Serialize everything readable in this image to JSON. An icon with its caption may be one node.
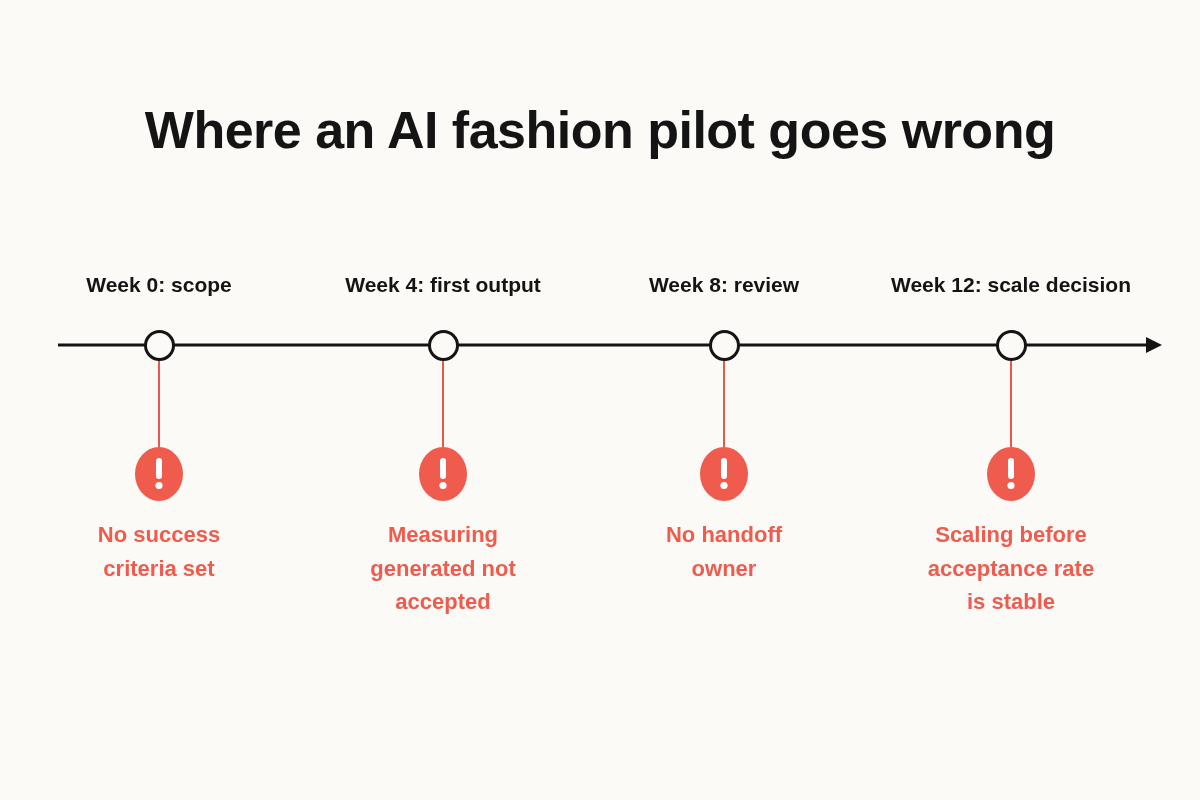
{
  "diagram": {
    "title": "Where an AI fashion pilot goes wrong",
    "nodes": [
      {
        "text": [],
        "shape": "circle",
        "beside": [
          "Week 0: scope"
        ]
      },
      {
        "text": [],
        "shape": "circle",
        "beside": [
          "Week 4: first output"
        ]
      },
      {
        "text": [],
        "shape": "circle",
        "beside": [
          "Week 8: review"
        ]
      },
      {
        "text": [],
        "shape": "circle",
        "beside": [
          "Week 12: scale decision"
        ]
      },
      {
        "text": [],
        "shape": "circle",
        "beside": [
          "No success criteria set"
        ]
      },
      {
        "text": [],
        "shape": "circle",
        "beside": [
          "Measuring generated not accepted"
        ]
      },
      {
        "text": [],
        "shape": "circle",
        "beside": [
          "No handoff owner"
        ]
      },
      {
        "text": [],
        "shape": "circle",
        "beside": [
          "Scaling before acceptance rate is stable"
        ]
      }
    ],
    "edges": [
      {
        "from": 0,
        "to": 4,
        "arrow": "none"
      },
      {
        "from": 1,
        "to": 5,
        "arrow": "none"
      },
      {
        "from": 2,
        "to": 6,
        "arrow": "none"
      },
      {
        "from": 3,
        "to": 7,
        "arrow": "none"
      }
    ]
  }
}
